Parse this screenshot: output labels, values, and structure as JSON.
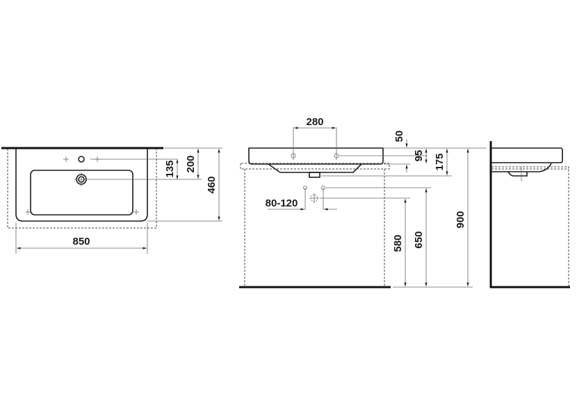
{
  "drawing": {
    "type": "technical-dimension-drawing",
    "subject": "washbasin",
    "units": "mm",
    "colors": {
      "line": "#111111",
      "dim_line": "#666666",
      "background": "#ffffff"
    }
  },
  "views": {
    "top": {
      "dimensions": {
        "width": "850",
        "depth": "460",
        "tap_hole_to_back": "200",
        "drain_to_tap": "135"
      }
    },
    "front": {
      "dimensions": {
        "tap_spacing": "280",
        "rim_to_tap": "50",
        "tap_height": "95",
        "overall_height": "175",
        "trap_spacing": "80-120",
        "drain_height": "580",
        "supply_height": "650",
        "rim_height": "900"
      }
    },
    "side": {}
  }
}
